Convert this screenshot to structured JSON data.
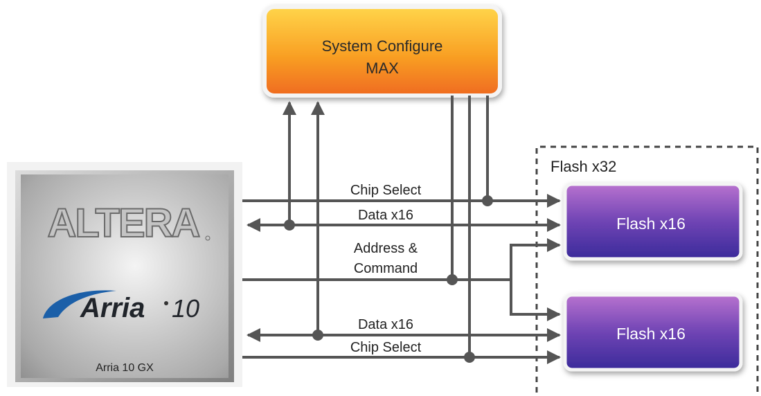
{
  "max_box": {
    "line1": "System Configure",
    "line2": "MAX"
  },
  "fpga": {
    "brand_logo": "ALTERA",
    "product_logo": "Arria",
    "product_number": "10",
    "caption": "Arria 10 GX"
  },
  "flash_group": {
    "label": "Flash x32"
  },
  "flash_top": {
    "label": "Flash x16"
  },
  "flash_bottom": {
    "label": "Flash x16"
  },
  "signals": {
    "chip_select_top": "Chip Select",
    "data_top": "Data x16",
    "address_line1": "Address &",
    "address_line2": "Command",
    "data_bottom": "Data x16",
    "chip_select_bottom": "Chip Select"
  },
  "colors": {
    "max_top": "#ffcc33",
    "max_bottom": "#f06a1e",
    "flash_top": "#b06ac8",
    "flash_bottom": "#3f2a9e",
    "line": "#555555",
    "fpga_light": "#e8e8e8",
    "fpga_dark": "#9a9a9a",
    "arria_blue": "#1b5fa8"
  },
  "icons": {
    "arrowhead": "arrow-right-icon",
    "junction": "junction-dot-icon"
  }
}
